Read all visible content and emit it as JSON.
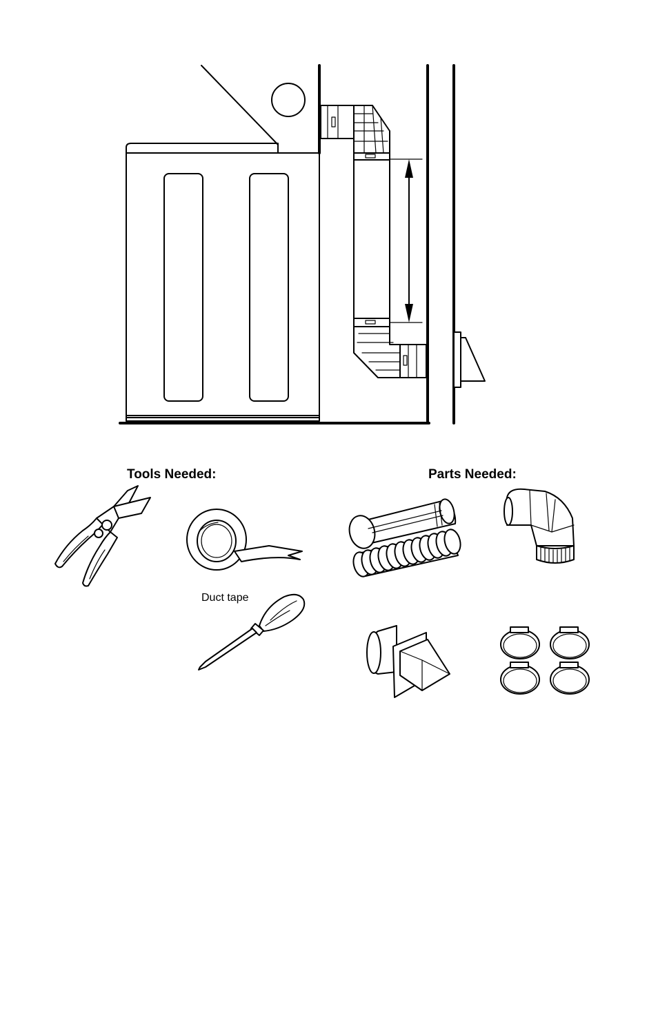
{
  "tools_heading": "Tools Needed:",
  "parts_heading": "Parts Needed:",
  "duct_tape_label": "Duct tape",
  "tools": [
    "tin-snips",
    "duct-tape",
    "screwdriver"
  ],
  "parts": [
    "rigid-duct-and-flexible-duct",
    "elbow",
    "exhaust-hood",
    "clamps"
  ]
}
